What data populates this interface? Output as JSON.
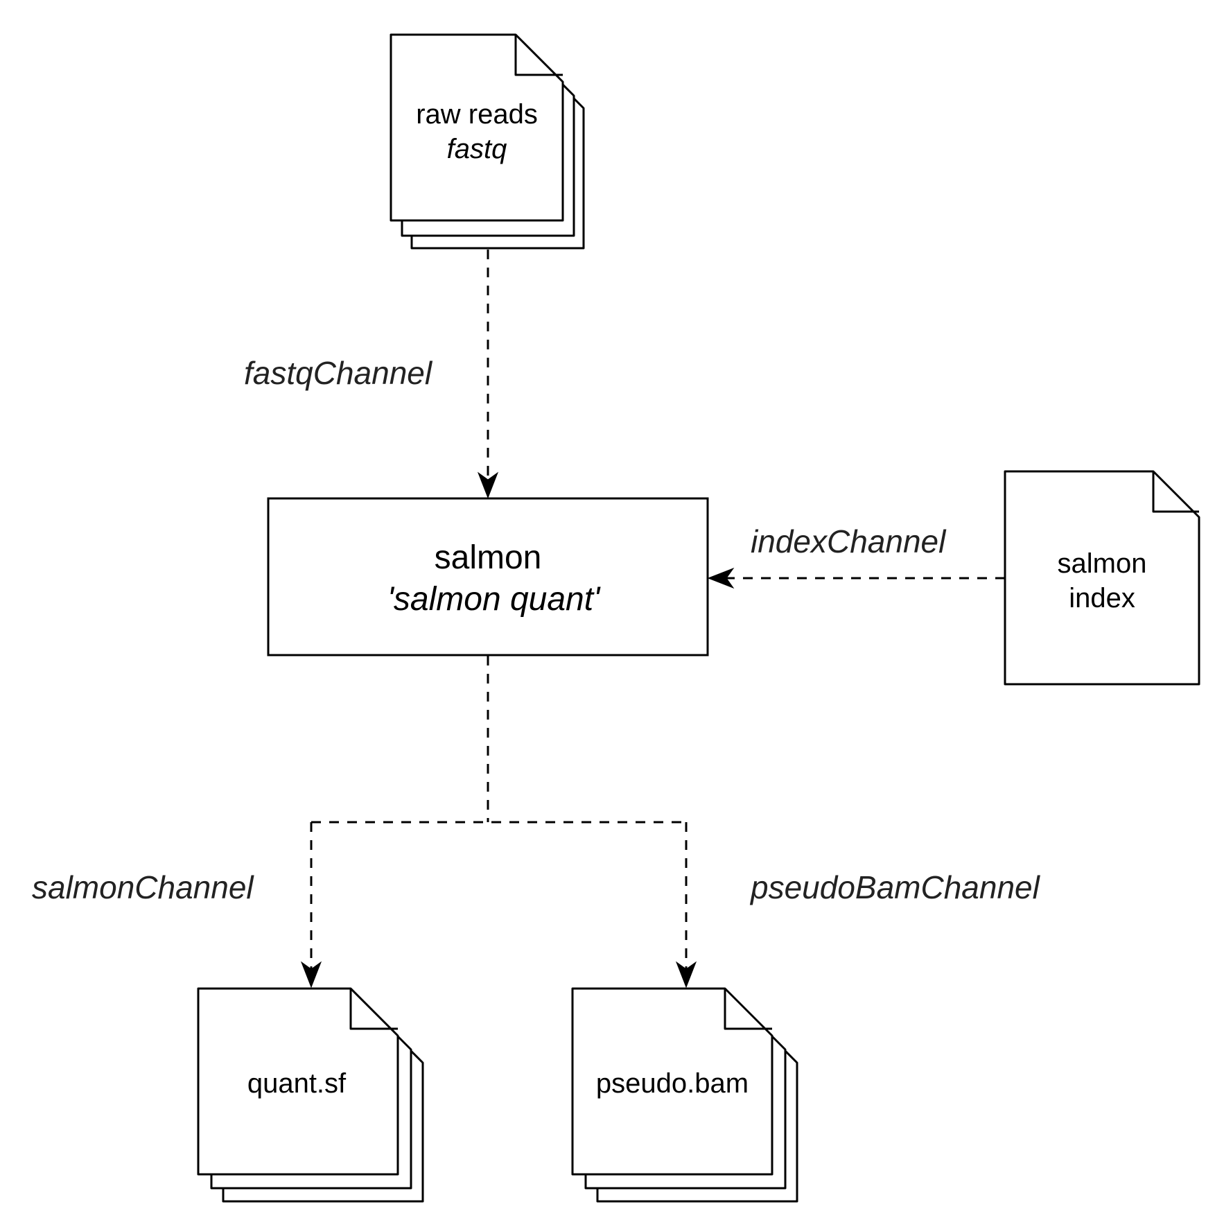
{
  "nodes": {
    "raw_reads": {
      "line1": "raw reads",
      "line2": "fastq"
    },
    "salmon": {
      "line1": "salmon",
      "line2": "'salmon quant'"
    },
    "salmon_index": {
      "line1": "salmon",
      "line2": "index"
    },
    "quant_sf": {
      "label": "quant.sf"
    },
    "pseudo_bam": {
      "label": "pseudo.bam"
    }
  },
  "channels": {
    "fastq": "fastqChannel",
    "index": "indexChannel",
    "salmon": "salmonChannel",
    "pseudo_bam": "pseudoBamChannel"
  }
}
